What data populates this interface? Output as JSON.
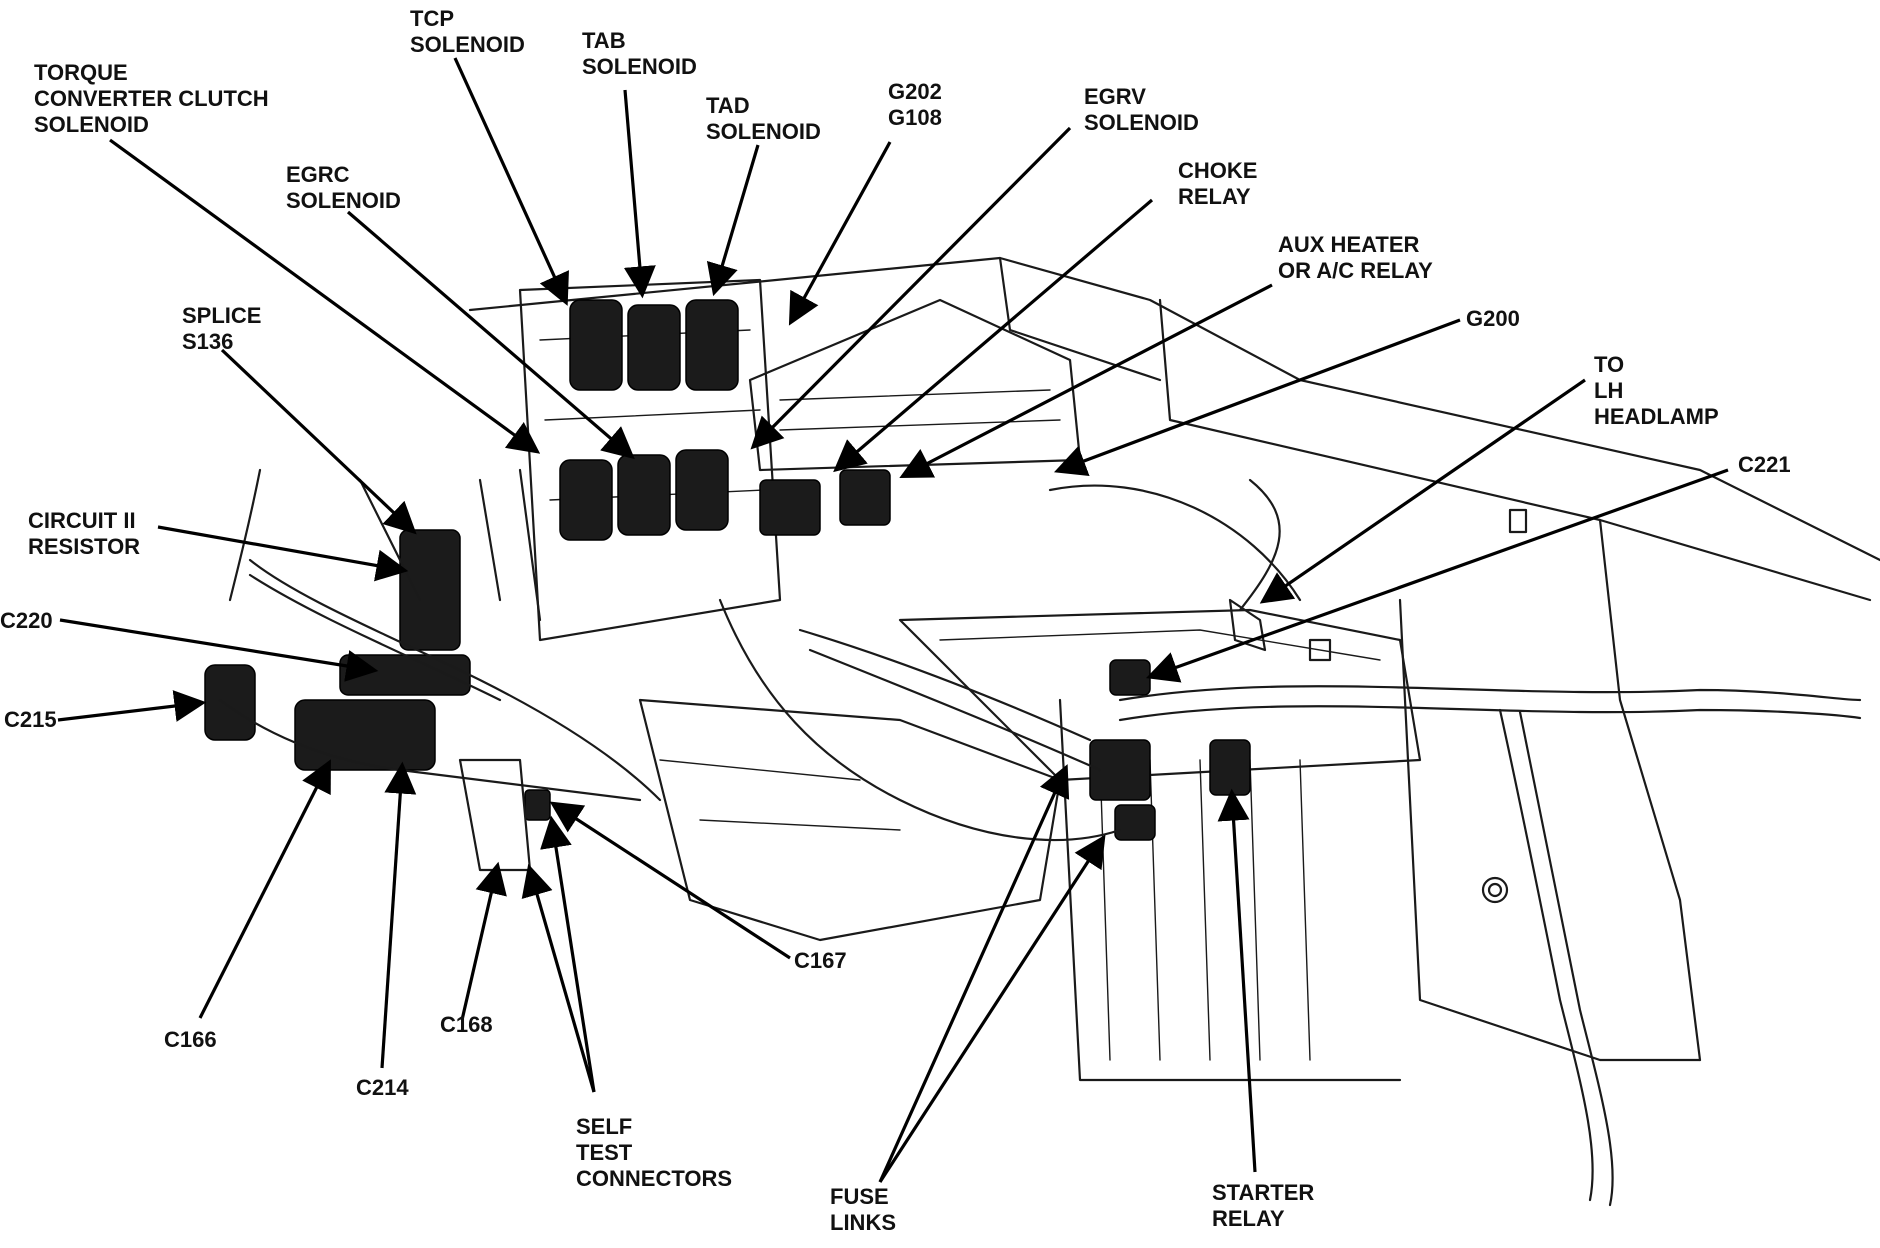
{
  "labels": {
    "torque_converter": [
      "TORQUE",
      "CONVERTER CLUTCH",
      "SOLENOID"
    ],
    "tcp": [
      "TCP",
      "SOLENOID"
    ],
    "tab": [
      "TAB",
      "SOLENOID"
    ],
    "tad": [
      "TAD",
      "SOLENOID"
    ],
    "g202": [
      "G202",
      "G108"
    ],
    "egrv": [
      "EGRV",
      "SOLENOID"
    ],
    "egrc": [
      "EGRC",
      "SOLENOID"
    ],
    "choke": [
      "CHOKE",
      "RELAY"
    ],
    "aux_heater": [
      "AUX HEATER",
      "OR A/C RELAY"
    ],
    "g200": "G200",
    "splice": [
      "SPLICE",
      "S136"
    ],
    "lh_headlamp": [
      "TO",
      "LH",
      "HEADLAMP"
    ],
    "c221": "C221",
    "circuit": [
      "CIRCUIT II",
      "RESISTOR"
    ],
    "c220": "C220",
    "c215": "C215",
    "c167": "C167",
    "c166": "C166",
    "c168": "C168",
    "c214": "C214",
    "self_test": [
      "SELF",
      "TEST",
      "CONNECTORS"
    ],
    "fuse_links": [
      "FUSE",
      "LINKS"
    ],
    "starter_relay": [
      "STARTER",
      "RELAY"
    ]
  }
}
